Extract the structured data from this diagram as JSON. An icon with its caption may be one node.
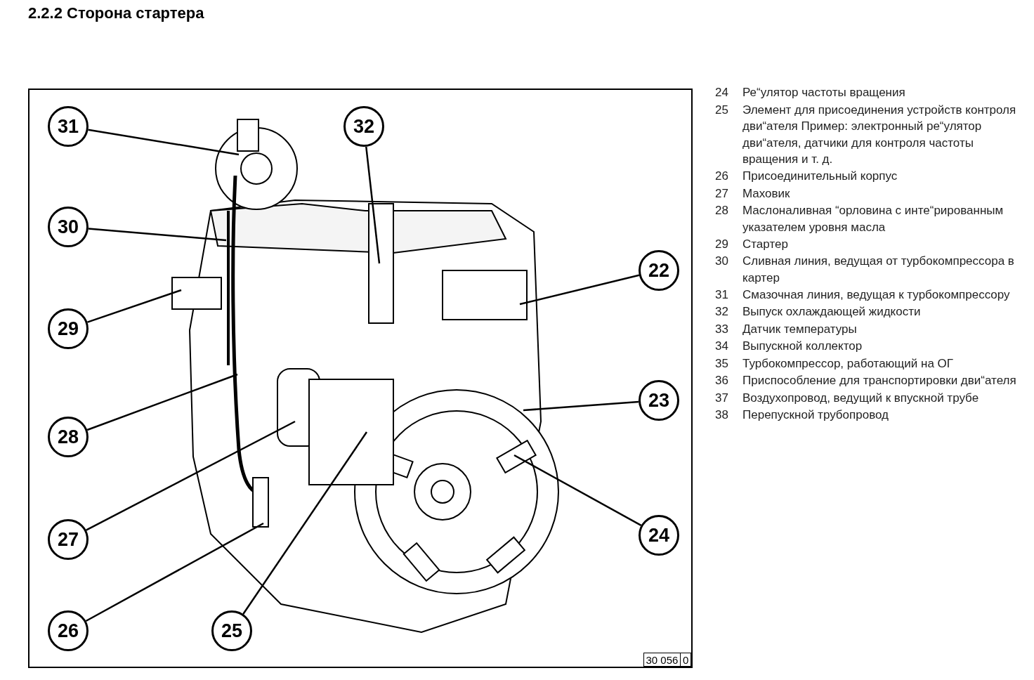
{
  "diagram": {
    "title": "2.2.2 Сторона стартера",
    "nodes": [
      {
        "text": [
          "31"
        ]
      },
      {
        "text": [
          "32"
        ]
      },
      {
        "text": [
          "30"
        ]
      },
      {
        "text": [
          "22"
        ]
      },
      {
        "text": [
          "29"
        ]
      },
      {
        "text": [
          "23"
        ]
      },
      {
        "text": [
          "28"
        ]
      },
      {
        "text": [
          "24"
        ]
      },
      {
        "text": [
          "27"
        ]
      },
      {
        "text": [
          "26"
        ]
      },
      {
        "text": [
          "25"
        ]
      }
    ],
    "edges": [
      {
        "from": 0,
        "to": null,
        "arrow": "none"
      },
      {
        "from": 1,
        "to": null,
        "arrow": "none"
      },
      {
        "from": 2,
        "to": null,
        "arrow": "none"
      },
      {
        "from": 3,
        "to": null,
        "arrow": "none"
      },
      {
        "from": 4,
        "to": null,
        "arrow": "none"
      },
      {
        "from": 5,
        "to": null,
        "arrow": "none"
      },
      {
        "from": 6,
        "to": null,
        "arrow": "none"
      },
      {
        "from": 7,
        "to": null,
        "arrow": "none"
      },
      {
        "from": 8,
        "to": null,
        "arrow": "none"
      },
      {
        "from": 9,
        "to": null,
        "arrow": "none"
      },
      {
        "from": 10,
        "to": null,
        "arrow": "none"
      }
    ],
    "labels": [
      "24",
      "Ре“улятор частоты вращения",
      "25",
      "Элемент для присоединения устройств контроля дви“ателя Пример: электронный ре“улятор дви“ателя, датчики для контроля частоты вращения и т. д.",
      "26",
      "Присоединительный корпус",
      "27",
      "Маховик",
      "28",
      "Маслоналивная “орловина с инте“рированным указателем уровня масла",
      "29",
      "Стартер",
      "30",
      "Сливная линия, ведущая от турбокомпрессора в картер",
      "31",
      "Смазочная линия, ведущая к турбокомпрессору",
      "32",
      "Выпуск охлаждающей жидкости",
      "33",
      "Датчик температуры",
      "34",
      "Выпускной коллектор",
      "35",
      "Турбокомпрессор, работающий на ОГ",
      "36",
      "Приспособление для транспортировки дви“ателя",
      "37",
      "Воздухопровод, ведущий к впускной трубе",
      "38",
      "Перепускной трубопровод",
      "30 056",
      "0"
    ]
  }
}
